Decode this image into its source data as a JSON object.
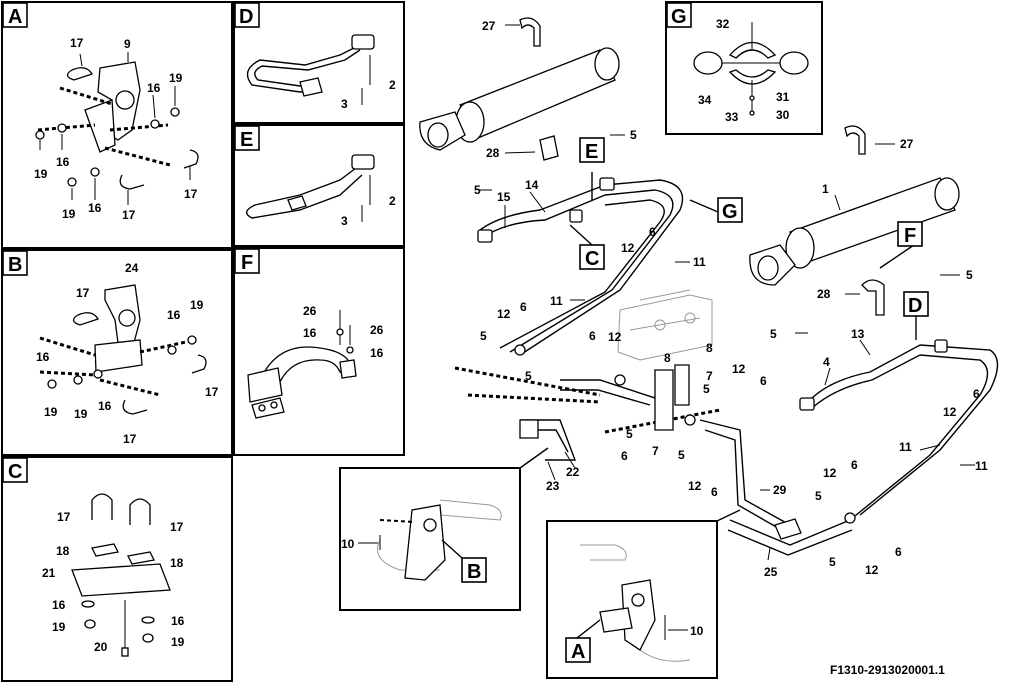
{
  "detail_letters": {
    "A": "A",
    "B": "B",
    "C": "C",
    "D": "D",
    "E": "E",
    "F": "F",
    "G": "G"
  },
  "panel_A": [
    "9",
    "17",
    "19",
    "16",
    "16",
    "19",
    "19",
    "16",
    "17",
    "17"
  ],
  "panel_B": [
    "24",
    "17",
    "19",
    "16",
    "16",
    "17",
    "19",
    "19",
    "16",
    "17"
  ],
  "panel_C": [
    "17",
    "17",
    "18",
    "18",
    "21",
    "16",
    "16",
    "19",
    "19",
    "20"
  ],
  "panel_D": [
    "2",
    "3"
  ],
  "panel_E": [
    "2",
    "3"
  ],
  "panel_F": [
    "26",
    "16",
    "26",
    "16"
  ],
  "panel_G": [
    "32",
    "34",
    "31",
    "33",
    "30"
  ],
  "main_left": [
    "27",
    "5",
    "28",
    "5",
    "15",
    "14",
    "12",
    "6",
    "11",
    "11",
    "12",
    "6",
    "5",
    "5",
    "12",
    "6",
    "8",
    "8",
    "7",
    "5",
    "5",
    "6",
    "7",
    "5",
    "12",
    "6",
    "22",
    "23",
    "10"
  ],
  "main_right": [
    "27",
    "1",
    "5",
    "28",
    "5",
    "13",
    "4",
    "12",
    "6",
    "11",
    "11",
    "12",
    "6",
    "5",
    "5",
    "6",
    "12",
    "29",
    "25",
    "12",
    "6",
    "10"
  ],
  "figure_code": "F1310-2913020001.1"
}
